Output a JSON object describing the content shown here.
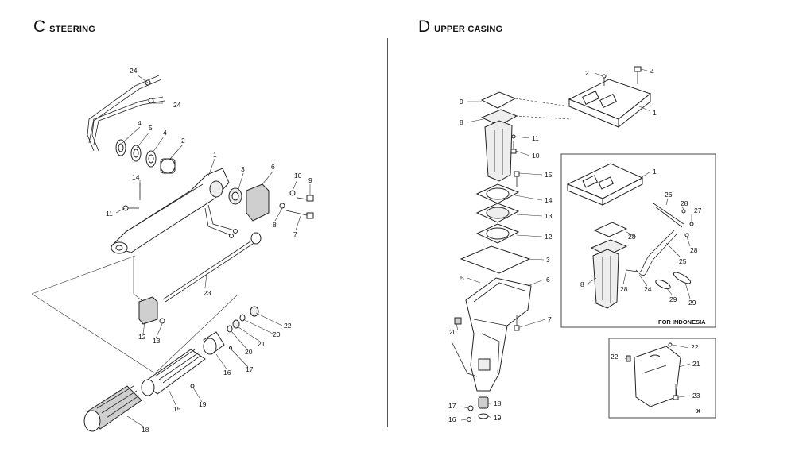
{
  "section_c": {
    "letter": "C",
    "title": "STEERING",
    "labels": [
      "24",
      "24",
      "4",
      "5",
      "4",
      "2",
      "1",
      "3",
      "6",
      "10",
      "9",
      "14",
      "11",
      "8",
      "7",
      "23",
      "22",
      "20",
      "21",
      "20",
      "12",
      "13",
      "16",
      "17",
      "19",
      "15",
      "18"
    ]
  },
  "section_d": {
    "letter": "D",
    "title": "UPPER CASING",
    "labels": [
      "2",
      "4",
      "9",
      "1",
      "8",
      "11",
      "10",
      "15",
      "14",
      "13",
      "12",
      "3",
      "5",
      "6",
      "7",
      "20",
      "18",
      "17",
      "16",
      "19",
      "1",
      "26",
      "28",
      "27",
      "28",
      "28",
      "25",
      "8",
      "28",
      "24",
      "29",
      "29",
      "22",
      "22",
      "21",
      "23"
    ],
    "inset_caption": "FOR INDONESIA",
    "inset2_caption": "X"
  }
}
